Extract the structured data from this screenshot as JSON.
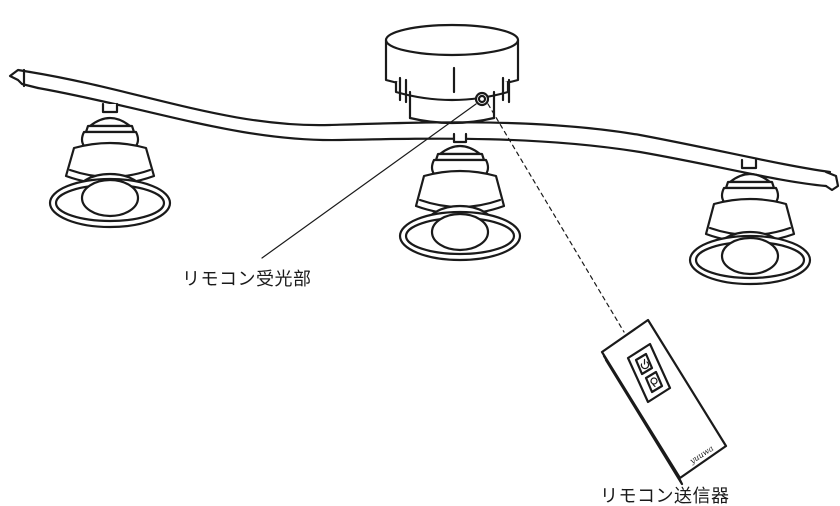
{
  "labels": {
    "receiver": "リモコン受光部",
    "transmitter": "リモコン送信器",
    "brand": "yuuwa"
  },
  "icons": {
    "power": "power-icon",
    "light": "bulb-icon"
  },
  "colors": {
    "line": "#1a1a1a",
    "background": "#ffffff"
  }
}
